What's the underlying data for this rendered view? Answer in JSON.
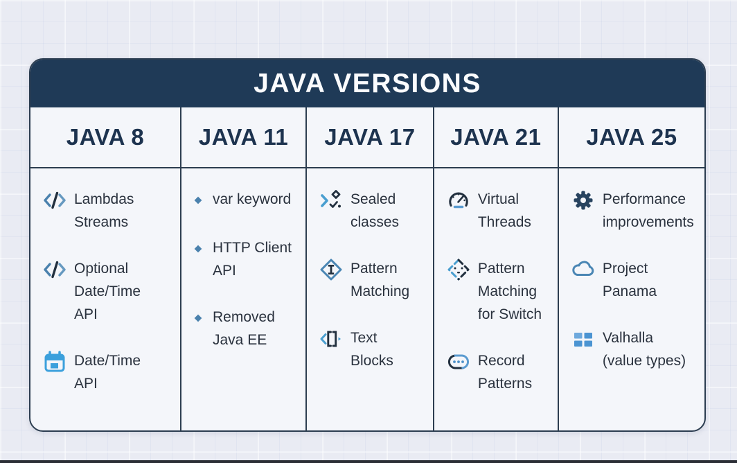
{
  "title": "JAVA VERSIONS",
  "colors": {
    "header_bg": "#1f3a57",
    "card_bg": "#f4f6fa",
    "page_bg": "#e9ebf3",
    "border": "#2c3d50",
    "version_text": "#1d334f",
    "feature_text": "#2a323e",
    "accent_blue": "#4a9fd0",
    "accent_steel": "#4a81ad",
    "accent_dark": "#22303f",
    "calendar_blue": "#3ba0dc",
    "grid_blue": "#4b94d2"
  },
  "columns": [
    {
      "version": "JAVA 8",
      "features": [
        {
          "icon": "code-icon",
          "lines": [
            "Lambdas",
            "Streams"
          ]
        },
        {
          "icon": "code-icon",
          "lines": [
            "Optional",
            "Date/Time",
            "API"
          ]
        },
        {
          "icon": "calendar-icon",
          "lines": [
            "Date/Time",
            "API"
          ]
        }
      ]
    },
    {
      "version": "JAVA 11",
      "features": [
        {
          "icon": "diamond-bullet-icon",
          "lines": [
            "var keyword"
          ]
        },
        {
          "icon": "diamond-bullet-icon",
          "lines": [
            "HTTP Client",
            "API"
          ]
        },
        {
          "icon": "diamond-bullet-icon",
          "lines": [
            "Removed",
            "Java EE"
          ]
        }
      ]
    },
    {
      "version": "JAVA 17",
      "features": [
        {
          "icon": "sealed-classes-icon",
          "lines": [
            "Sealed",
            "classes"
          ]
        },
        {
          "icon": "pattern-matching-icon",
          "lines": [
            "Pattern",
            "Matching"
          ]
        },
        {
          "icon": "text-blocks-icon",
          "lines": [
            "Text",
            "Blocks"
          ]
        }
      ]
    },
    {
      "version": "JAVA 21",
      "features": [
        {
          "icon": "gauge-icon",
          "lines": [
            "Virtual",
            "Threads"
          ]
        },
        {
          "icon": "switch-pattern-icon",
          "lines": [
            "Pattern",
            "Matching",
            "for Switch"
          ]
        },
        {
          "icon": "record-patterns-icon",
          "lines": [
            "Record",
            "Patterns"
          ]
        }
      ]
    },
    {
      "version": "JAVA 25",
      "features": [
        {
          "icon": "gear-icon",
          "lines": [
            "Performance",
            "improvements"
          ]
        },
        {
          "icon": "cloud-icon",
          "lines": [
            "Project",
            "Panama"
          ]
        },
        {
          "icon": "grid-icon",
          "lines": [
            "Valhalla",
            "(value types)"
          ]
        }
      ]
    }
  ]
}
